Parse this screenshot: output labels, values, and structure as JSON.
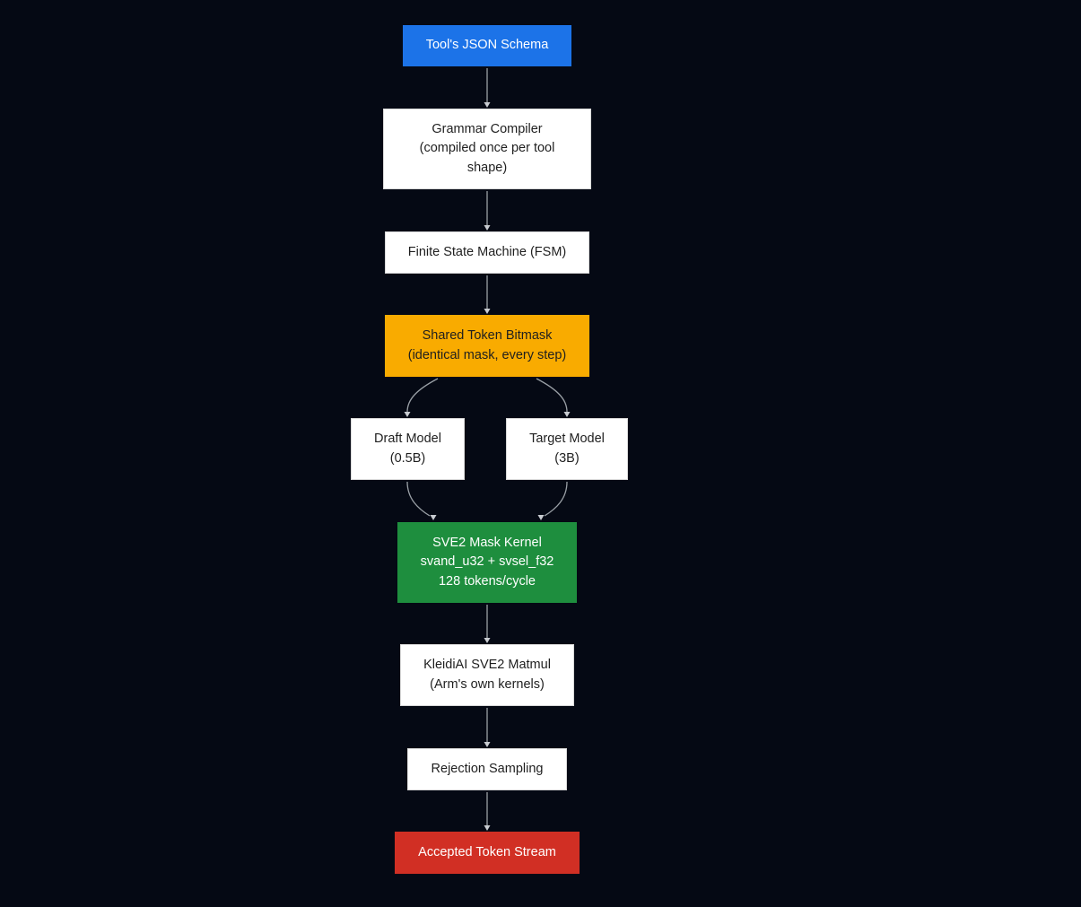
{
  "nodes": {
    "schema": {
      "lines": [
        "Tool's JSON Schema"
      ],
      "color": "#1c73e8"
    },
    "compiler": {
      "lines": [
        "Grammar Compiler",
        "(compiled once per tool",
        "shape)"
      ],
      "color": "#ffffff"
    },
    "fsm": {
      "lines": [
        "Finite State Machine (FSM)"
      ],
      "color": "#ffffff"
    },
    "bitmask": {
      "lines": [
        "Shared Token Bitmask",
        "(identical mask, every step)"
      ],
      "color": "#f9ab00"
    },
    "draft": {
      "lines": [
        "Draft Model",
        "(0.5B)"
      ],
      "color": "#ffffff"
    },
    "target": {
      "lines": [
        "Target Model",
        "(3B)"
      ],
      "color": "#ffffff"
    },
    "sve2": {
      "lines": [
        "SVE2 Mask Kernel",
        "svand_u32 + svsel_f32",
        "128 tokens/cycle"
      ],
      "color": "#1e8e3e"
    },
    "kleidiai": {
      "lines": [
        "KleidiAI SVE2 Matmul",
        "(Arm's own kernels)"
      ],
      "color": "#ffffff"
    },
    "rejection": {
      "lines": [
        "Rejection Sampling"
      ],
      "color": "#ffffff"
    },
    "accepted": {
      "lines": [
        "Accepted Token Stream"
      ],
      "color": "#d12f24"
    }
  },
  "edges": [
    {
      "from": "schema",
      "to": "compiler"
    },
    {
      "from": "compiler",
      "to": "fsm"
    },
    {
      "from": "fsm",
      "to": "bitmask"
    },
    {
      "from": "bitmask",
      "to": "draft"
    },
    {
      "from": "bitmask",
      "to": "target"
    },
    {
      "from": "draft",
      "to": "sve2"
    },
    {
      "from": "target",
      "to": "sve2"
    },
    {
      "from": "sve2",
      "to": "kleidiai"
    },
    {
      "from": "kleidiai",
      "to": "rejection"
    },
    {
      "from": "rejection",
      "to": "accepted"
    }
  ],
  "background": "#050914"
}
